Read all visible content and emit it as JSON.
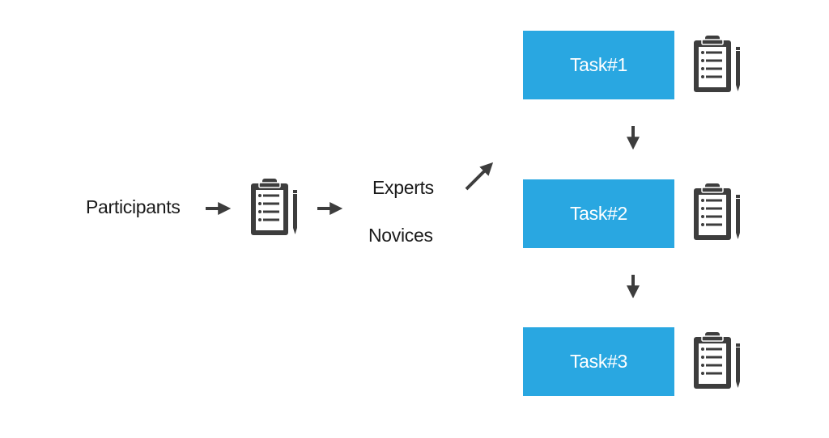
{
  "diagram": {
    "participants_label": "Participants",
    "groups": [
      "Experts",
      "Novices"
    ],
    "tasks": [
      "Task#1",
      "Task#2",
      "Task#3"
    ],
    "icons": {
      "questionnaire": "clipboard-checklist-icon"
    },
    "colors": {
      "task_box": "#29a7e1",
      "task_text": "#ffffff",
      "icon": "#3d3d3d",
      "arrow": "#3d3d3d",
      "text": "#1a1a1a"
    }
  }
}
